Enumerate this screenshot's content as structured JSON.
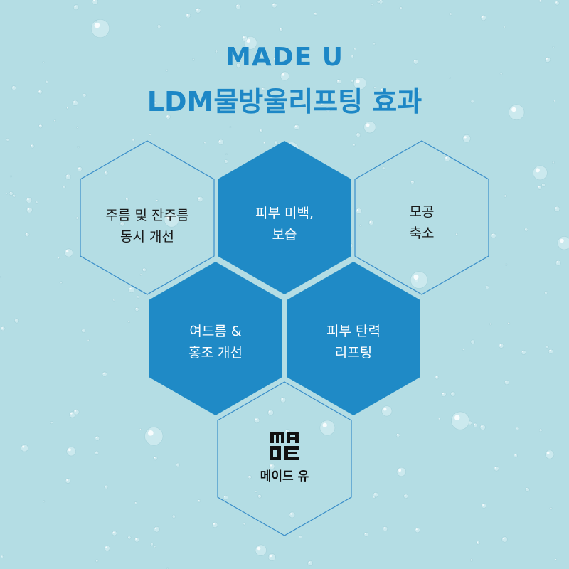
{
  "title": {
    "line1": "MADE U",
    "line2": "LDM물방울리프팅 효과"
  },
  "effects": [
    {
      "line1": "주름 및 잔주름",
      "line2": "동시 개선"
    },
    {
      "line1": "피부 미백,",
      "line2": "보습"
    },
    {
      "line1": "모공",
      "line2": "축소"
    },
    {
      "line1": "여드름 &",
      "line2": "홍조 개선"
    },
    {
      "line1": "피부 탄력",
      "line2": "리프팅"
    }
  ],
  "brand": {
    "logo_icon": "made-logo-icon",
    "label": "메이드 유"
  },
  "colors": {
    "background": "#b4dde4",
    "accent": "#1d87c6",
    "hex_fill": "#1f8ac6",
    "hex_outline": "#3a8ec9"
  }
}
